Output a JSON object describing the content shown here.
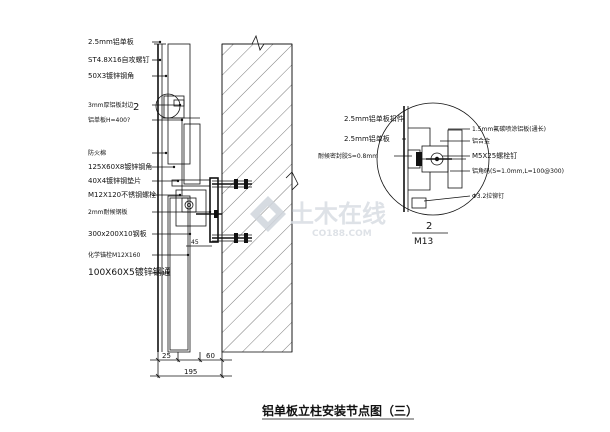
{
  "title": "铝单板立柱安装节点图（三）",
  "left_labels": [
    "2.5mm铝单板",
    "ST4.8X16自攻螺钉",
    "50X3镀锌钢角",
    "3mm厚铝板封边",
    "铝单板H=400?",
    "防火棉",
    "125X60X8镀锌钢角",
    "40X4镀锌钢垫片",
    "M12X120不锈钢螺栓",
    "2mm耐候钢板",
    "300x200X10钢板",
    "化学锚栓M12X160",
    "100X60X5镀锌钢通"
  ],
  "right_labels": [
    "2.5mm铝单板扣件",
    "2.5mm铝单板",
    "耐候密封胶S=0.8mm",
    "1.5mm氟碳喷涂铝板(通长)",
    "铝合金",
    "M5X25螺栓钉",
    "铝角码(S=1.0mm,L=100@300)",
    "Φ3.2拉铆钉"
  ],
  "detail_callout": "2",
  "detail_number": "2",
  "detail_sheet": "M13",
  "dimensions": [
    "25",
    "60",
    "195",
    "45"
  ],
  "watermark": {
    "main": "土木在线",
    "sub": "CO188.COM"
  }
}
